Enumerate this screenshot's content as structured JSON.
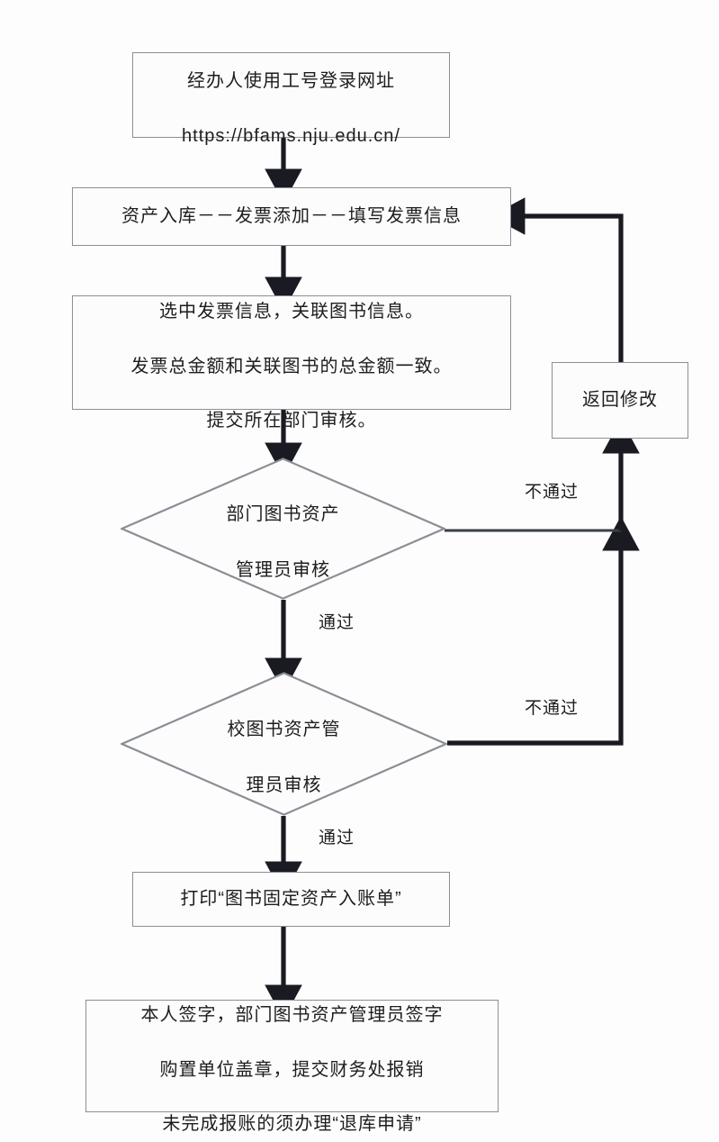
{
  "diagram": {
    "title": "图书资产入库报销流程图",
    "type": "flowchart",
    "colors": {
      "background": "#fdfdfd",
      "node_fill": "#fcfcfc",
      "node_border": "#8a8f96",
      "connector": "#1a1a22",
      "text": "#1d1d1f"
    },
    "nodes": {
      "start_login": {
        "shape": "process",
        "line1": "经办人使用工号登录网址",
        "line2": "https://bfams.nju.edu.cn/"
      },
      "asset_entry": {
        "shape": "process",
        "text": "资产入库－－发票添加－－填写发票信息"
      },
      "link_books": {
        "shape": "process",
        "line1": "选中发票信息，关联图书信息。",
        "line2": "发票总金额和关联图书的总金额一致。",
        "line3": "提交所在部门审核。"
      },
      "dept_review": {
        "shape": "decision",
        "line1": "部门图书资产",
        "line2": "管理员审核"
      },
      "school_review": {
        "shape": "decision",
        "line1": "校图书资产管",
        "line2": "理员审核"
      },
      "return_revise": {
        "shape": "process",
        "text": "返回修改"
      },
      "print_form": {
        "shape": "process",
        "text": "打印“图书固定资产入账单”"
      },
      "sign_submit": {
        "shape": "process",
        "line1": "本人签字，部门图书资产管理员签字",
        "line2": "购置单位盖章，提交财务处报销",
        "line3": "未完成报账的须办理“退库申请”"
      }
    },
    "edge_labels": {
      "dept_reject": "不通过",
      "dept_pass": "通过",
      "school_reject": "不通过",
      "school_pass": "通过"
    }
  }
}
